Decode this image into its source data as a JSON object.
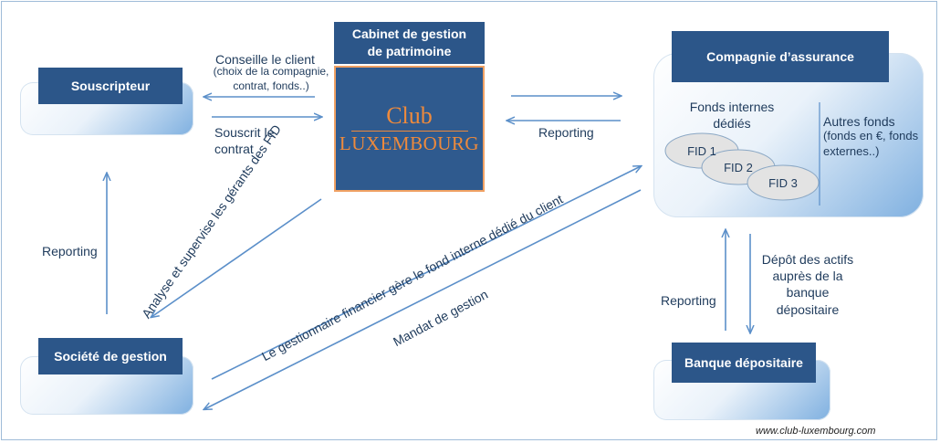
{
  "boxes": {
    "souscripteur": "Souscripteur",
    "cabinet": "Cabinet de gestion de patrimoine",
    "compagnie": "Compagnie d’assurance",
    "societe": "Société de gestion",
    "banque": "Banque dépositaire"
  },
  "logo": {
    "line1": "Club",
    "line2": "LUXEMBOURG"
  },
  "labels": {
    "conseille_title": "Conseille le client",
    "conseille_detail": "(choix de la compagnie, contrat, fonds..)",
    "souscrit": "Souscrit le contrat",
    "reporting_cabinet": "Reporting",
    "reporting_left": "Reporting",
    "reporting_right": "Reporting",
    "fonds_internes": "Fonds internes dédiés",
    "autres_fonds_title": "Autres fonds",
    "autres_fonds_detail": "(fonds en €, fonds externes..)",
    "fid1": "FID 1",
    "fid2": "FID 2",
    "fid3": "FID 3",
    "depot": "Dépôt des actifs auprès de la banque dépositaire",
    "analyse": "Analyse et supervise les gérants des FID",
    "gestionnaire": "Le gestionnaire financier gère le fond interne dédié du client",
    "mandat": "Mandat de gestion"
  },
  "footer": "www.club-luxembourg.com",
  "colors": {
    "header": "#2c5689",
    "arrow": "#5b8fc9",
    "logo_accent": "#ee8a3c"
  }
}
